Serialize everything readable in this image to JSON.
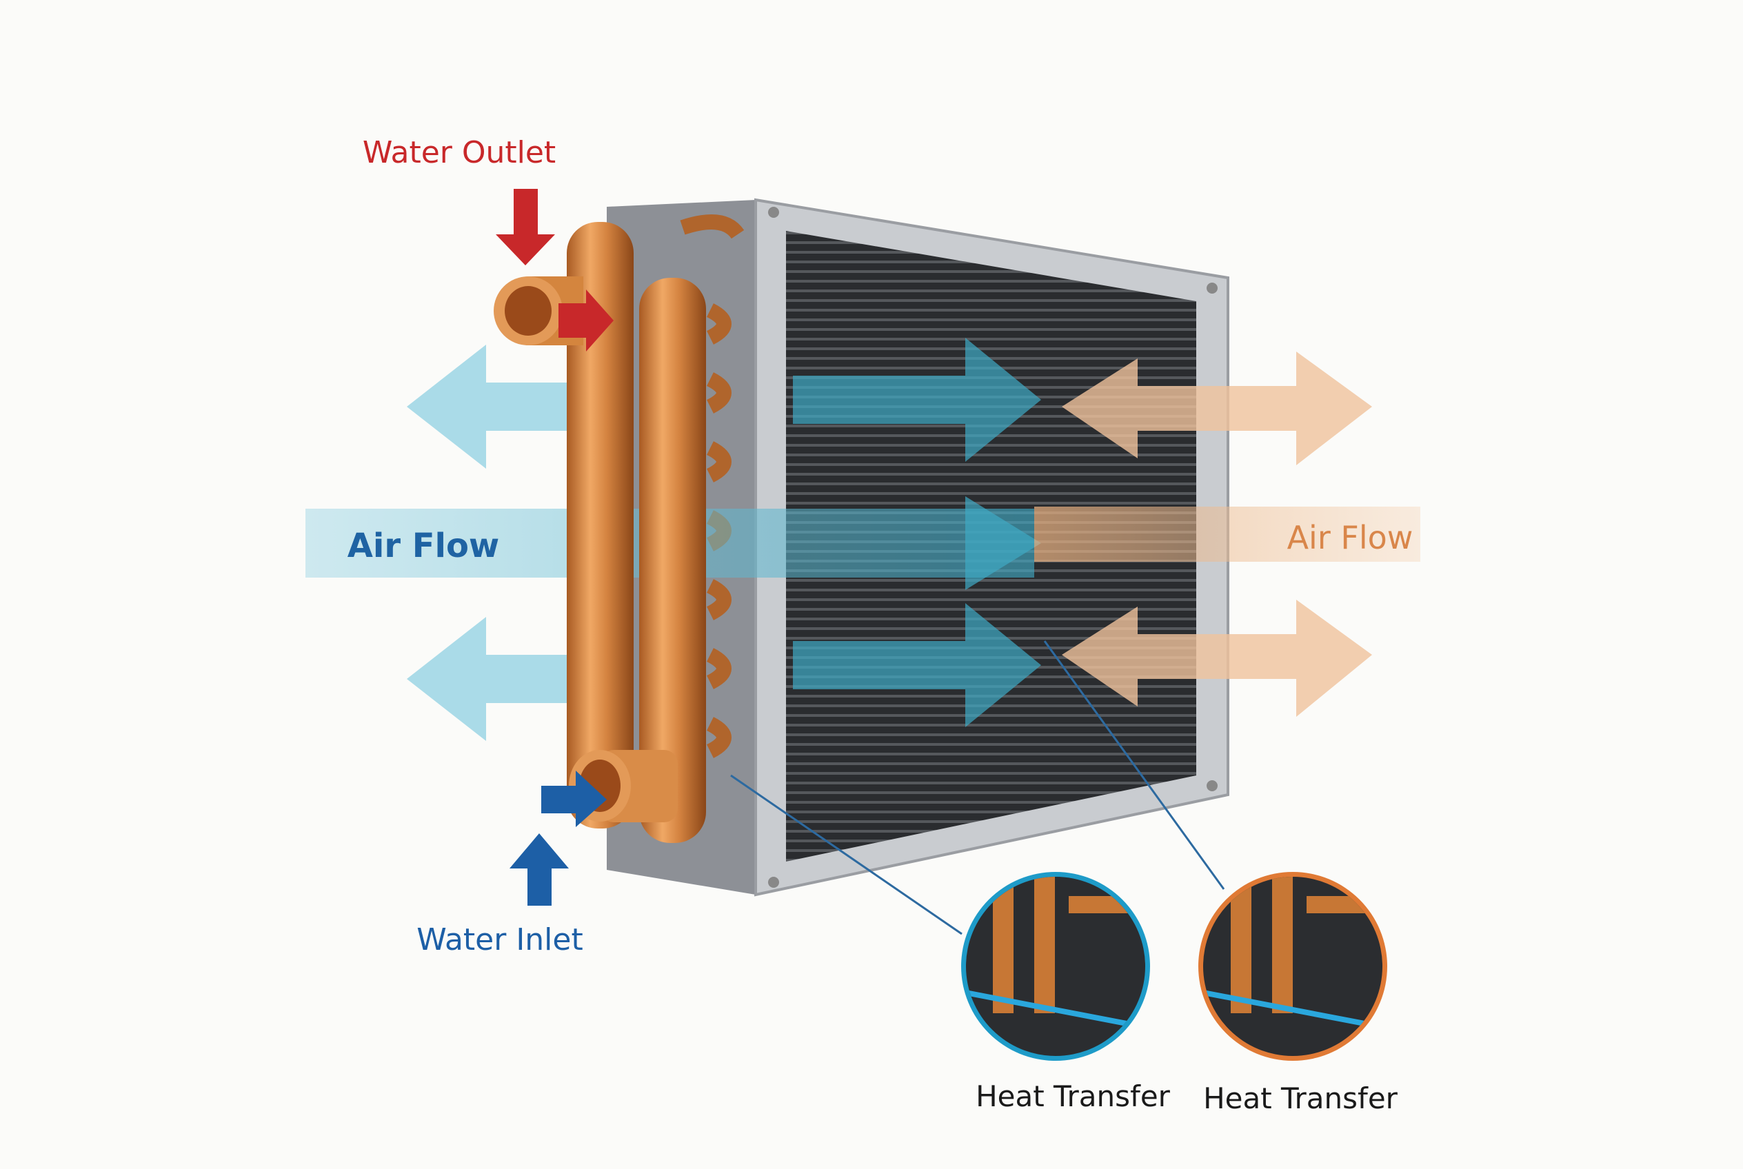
{
  "labels": {
    "water_outlet": "Water Outlet",
    "water_inlet": "Water Inlet",
    "air_flow_in": "Air Flow",
    "air_flow_out": "Air Flow",
    "heat_transfer_1": "Heat Transfer",
    "heat_transfer_2": "Heat Transfer"
  },
  "colors": {
    "outlet_red": "#c8282a",
    "inlet_blue": "#1d5fa6",
    "cool_air": "#8fd0e2",
    "warm_air": "#f0c39c",
    "air_text_blue": "#1f63a3",
    "air_text_orange": "#d9864a",
    "copper": "#d4853e"
  }
}
